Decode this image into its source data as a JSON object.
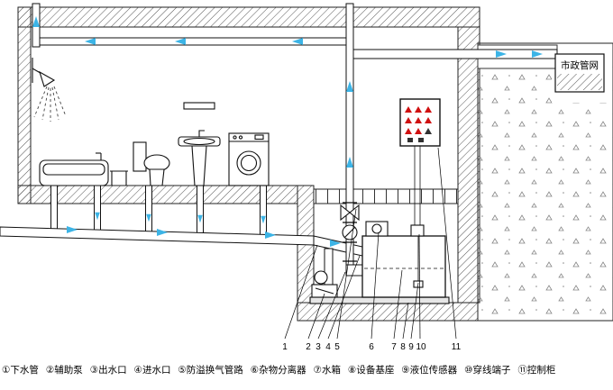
{
  "municipal": {
    "label": "市政管网"
  },
  "callouts": [
    "1",
    "2",
    "3",
    "4",
    "5",
    "6",
    "7",
    "8",
    "9",
    "10",
    "11"
  ],
  "legend": [
    "①下水管",
    "②辅助泵",
    "③出水口",
    "④进水口",
    "⑤防溢换气管路",
    "⑥杂物分离器",
    "⑦水箱",
    "⑧设备基座",
    "⑨液位传感器",
    "⑩穿线端子",
    "⑪控制柜"
  ],
  "colors": {
    "flow": "#3cb4e6",
    "ind_on": "#cf1010",
    "ind_off": "#303030",
    "line": "#000000"
  }
}
